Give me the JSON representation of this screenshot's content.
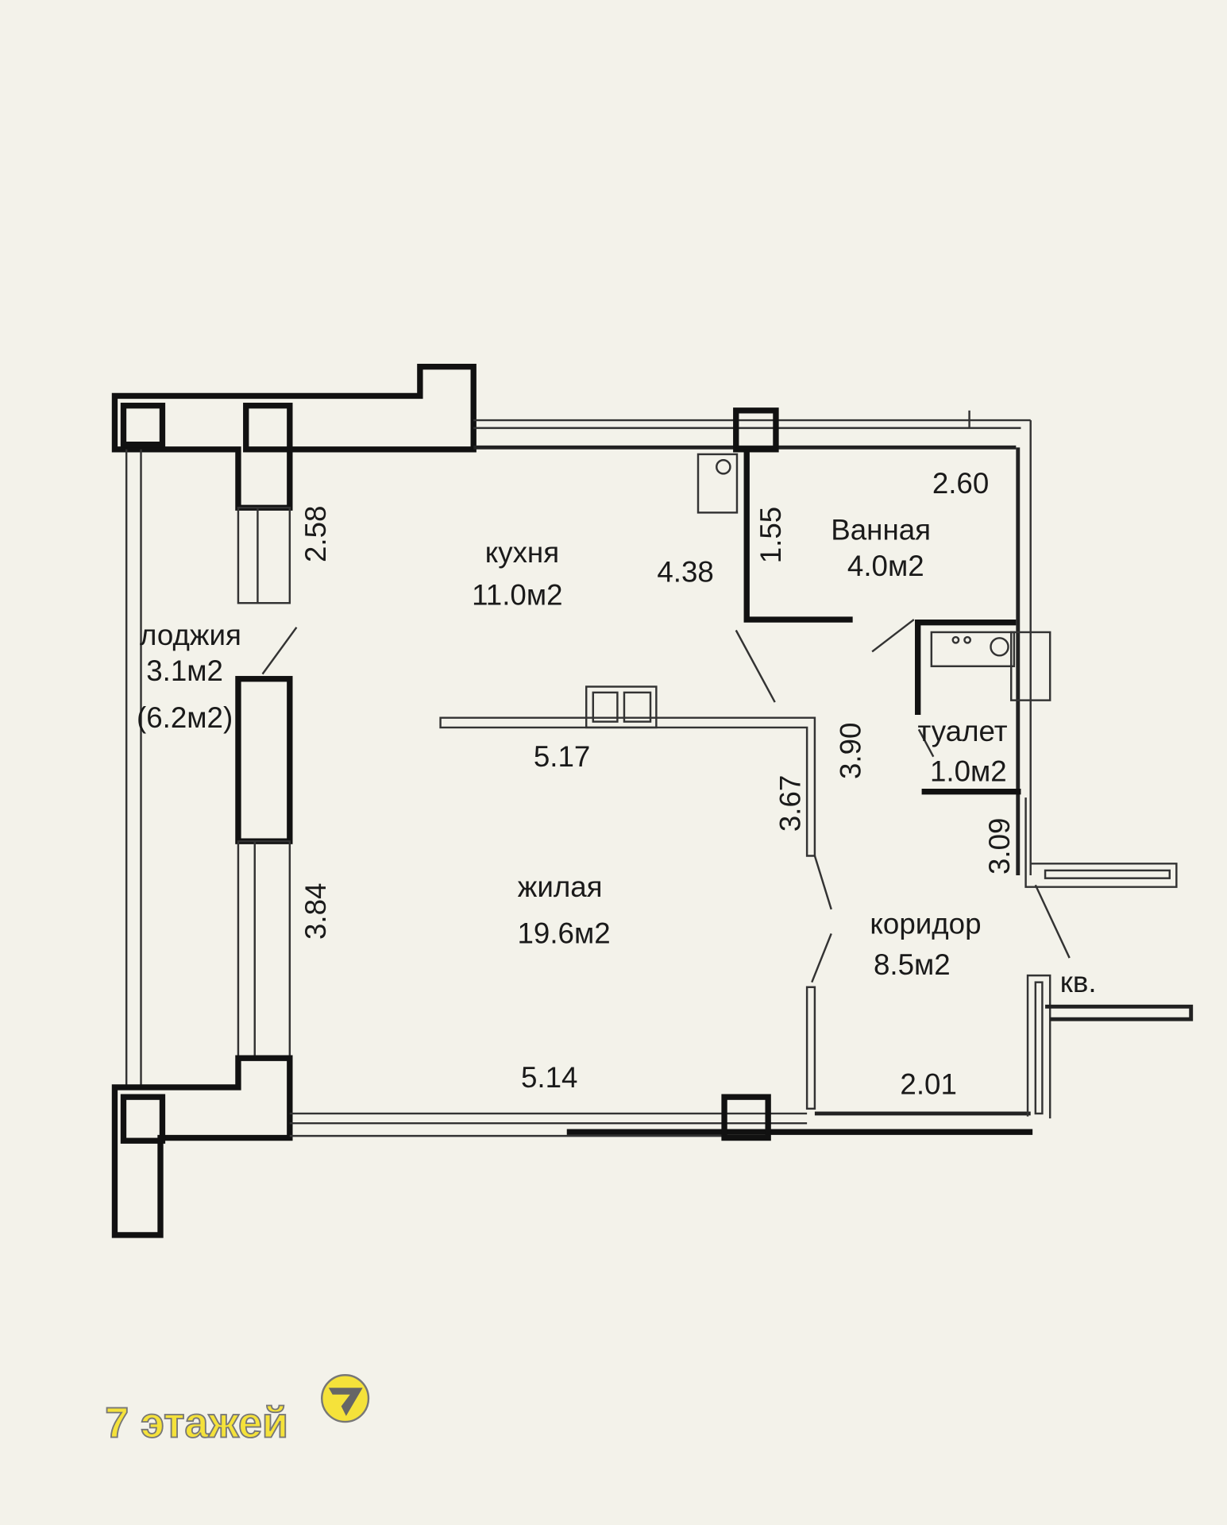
{
  "rooms": {
    "kitchen": {
      "name": "кухня",
      "area": "11.0м2"
    },
    "bathroom": {
      "name": "Ванная",
      "area": "4.0м2"
    },
    "loggia": {
      "name": "лоджия",
      "area": "3.1м2",
      "area_full": "(6.2м2)"
    },
    "toilet": {
      "name": "туалет",
      "area": "1.0м2"
    },
    "living": {
      "name": "жилая",
      "area": "19.6м2"
    },
    "corridor": {
      "name": "коридор",
      "area": "8.5м2"
    },
    "entrance": {
      "name": "кв."
    }
  },
  "dimensions": {
    "d258": "2.58",
    "d438": "4.38",
    "d155": "1.55",
    "d260": "2.60",
    "d517": "5.17",
    "d390": "3.90",
    "d367": "3.67",
    "d309": "3.09",
    "d384": "3.84",
    "d514": "5.14",
    "d201": "2.01"
  },
  "watermark": {
    "text": "7 этажей",
    "logo": "7"
  },
  "colors": {
    "background": "#f3f2ea",
    "watermark": "#f5e23a"
  }
}
